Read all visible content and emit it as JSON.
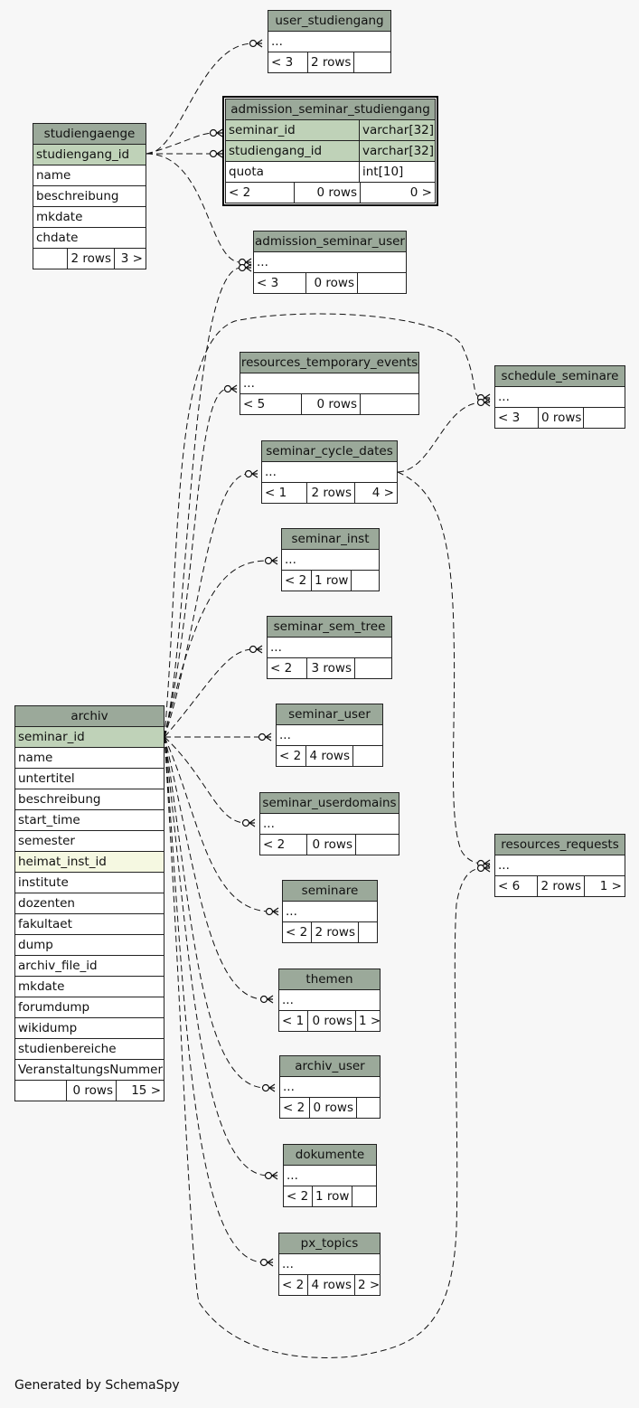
{
  "footer": "Generated by SchemaSpy",
  "tables": [
    {
      "id": "user_studiengang",
      "title": "user_studiengang",
      "rows": [
        [
          "..."
        ]
      ],
      "stats": [
        "< 3",
        "2 rows",
        ""
      ]
    },
    {
      "id": "admission_seminar_studiengang",
      "title": "admission_seminar_studiengang",
      "rows": [
        [
          "seminar_id",
          "varchar[32]"
        ],
        [
          "studiengang_id",
          "varchar[32]"
        ],
        [
          "quota",
          "int[10]"
        ]
      ],
      "stats": [
        "< 2",
        "0 rows",
        "0 >"
      ]
    },
    {
      "id": "studiengaenge",
      "title": "studiengaenge",
      "rows": [
        [
          "studiengang_id"
        ],
        [
          "name"
        ],
        [
          "beschreibung"
        ],
        [
          "mkdate"
        ],
        [
          "chdate"
        ]
      ],
      "stats": [
        "",
        "2 rows",
        "3 >"
      ]
    },
    {
      "id": "admission_seminar_user",
      "title": "admission_seminar_user",
      "rows": [
        [
          "..."
        ]
      ],
      "stats": [
        "< 3",
        "0 rows",
        ""
      ]
    },
    {
      "id": "resources_temporary_events",
      "title": "resources_temporary_events",
      "rows": [
        [
          "..."
        ]
      ],
      "stats": [
        "< 5",
        "0 rows",
        ""
      ]
    },
    {
      "id": "schedule_seminare",
      "title": "schedule_seminare",
      "rows": [
        [
          "..."
        ]
      ],
      "stats": [
        "< 3",
        "0 rows",
        ""
      ]
    },
    {
      "id": "seminar_cycle_dates",
      "title": "seminar_cycle_dates",
      "rows": [
        [
          "..."
        ]
      ],
      "stats": [
        "< 1",
        "2 rows",
        "4 >"
      ]
    },
    {
      "id": "seminar_inst",
      "title": "seminar_inst",
      "rows": [
        [
          "..."
        ]
      ],
      "stats": [
        "< 2",
        "1 row",
        ""
      ]
    },
    {
      "id": "seminar_sem_tree",
      "title": "seminar_sem_tree",
      "rows": [
        [
          "..."
        ]
      ],
      "stats": [
        "< 2",
        "3 rows",
        ""
      ]
    },
    {
      "id": "archiv",
      "title": "archiv",
      "rows": [
        [
          "seminar_id"
        ],
        [
          "name"
        ],
        [
          "untertitel"
        ],
        [
          "beschreibung"
        ],
        [
          "start_time"
        ],
        [
          "semester"
        ],
        [
          "heimat_inst_id"
        ],
        [
          "institute"
        ],
        [
          "dozenten"
        ],
        [
          "fakultaet"
        ],
        [
          "dump"
        ],
        [
          "archiv_file_id"
        ],
        [
          "mkdate"
        ],
        [
          "forumdump"
        ],
        [
          "wikidump"
        ],
        [
          "studienbereiche"
        ],
        [
          "VeranstaltungsNummer"
        ]
      ],
      "stats": [
        "",
        "0 rows",
        "15 >"
      ]
    },
    {
      "id": "seminar_user",
      "title": "seminar_user",
      "rows": [
        [
          "..."
        ]
      ],
      "stats": [
        "< 2",
        "4 rows",
        ""
      ]
    },
    {
      "id": "seminar_userdomains",
      "title": "seminar_userdomains",
      "rows": [
        [
          "..."
        ]
      ],
      "stats": [
        "< 2",
        "0 rows",
        ""
      ]
    },
    {
      "id": "resources_requests",
      "title": "resources_requests",
      "rows": [
        [
          "..."
        ]
      ],
      "stats": [
        "< 6",
        "2 rows",
        "1 >"
      ]
    },
    {
      "id": "seminare",
      "title": "seminare",
      "rows": [
        [
          "..."
        ]
      ],
      "stats": [
        "< 2",
        "2 rows",
        ""
      ]
    },
    {
      "id": "themen",
      "title": "themen",
      "rows": [
        [
          "..."
        ]
      ],
      "stats": [
        "< 1",
        "0 rows",
        "1 >"
      ]
    },
    {
      "id": "archiv_user",
      "title": "archiv_user",
      "rows": [
        [
          "..."
        ]
      ],
      "stats": [
        "< 2",
        "0 rows",
        ""
      ]
    },
    {
      "id": "dokumente",
      "title": "dokumente",
      "rows": [
        [
          "..."
        ]
      ],
      "stats": [
        "< 2",
        "1 row",
        ""
      ]
    },
    {
      "id": "px_topics",
      "title": "px_topics",
      "rows": [
        [
          "..."
        ]
      ],
      "stats": [
        "< 2",
        "4 rows",
        "2 >"
      ]
    }
  ],
  "colors": {
    "header": "#9ba99a",
    "primary_key": "#bfd2b8",
    "indexed": "#f5f8e1",
    "background": "#f7f7f7"
  }
}
